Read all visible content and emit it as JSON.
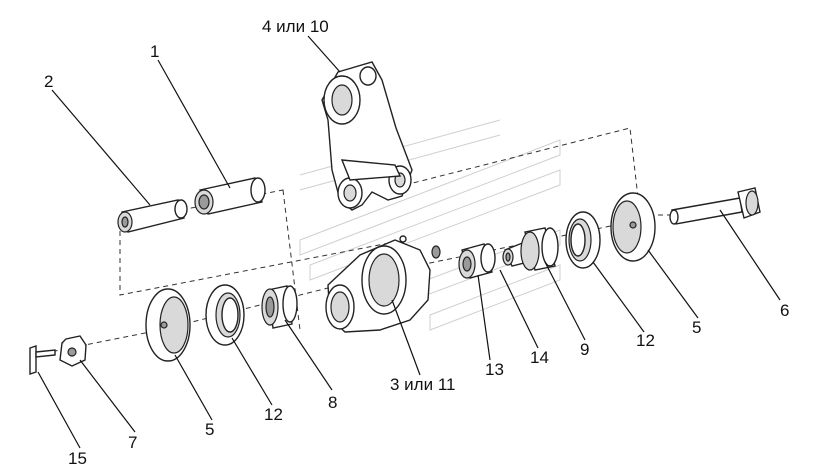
{
  "labels": {
    "l1": "1",
    "l2": "2",
    "l3": "3 или 11",
    "l4": "4 или 10",
    "l5a": "5",
    "l5b": "5",
    "l6": "6",
    "l7": "7",
    "l8": "8",
    "l9": "9",
    "l12a": "12",
    "l12b": "12",
    "l13": "13",
    "l14": "14",
    "l15": "15"
  }
}
